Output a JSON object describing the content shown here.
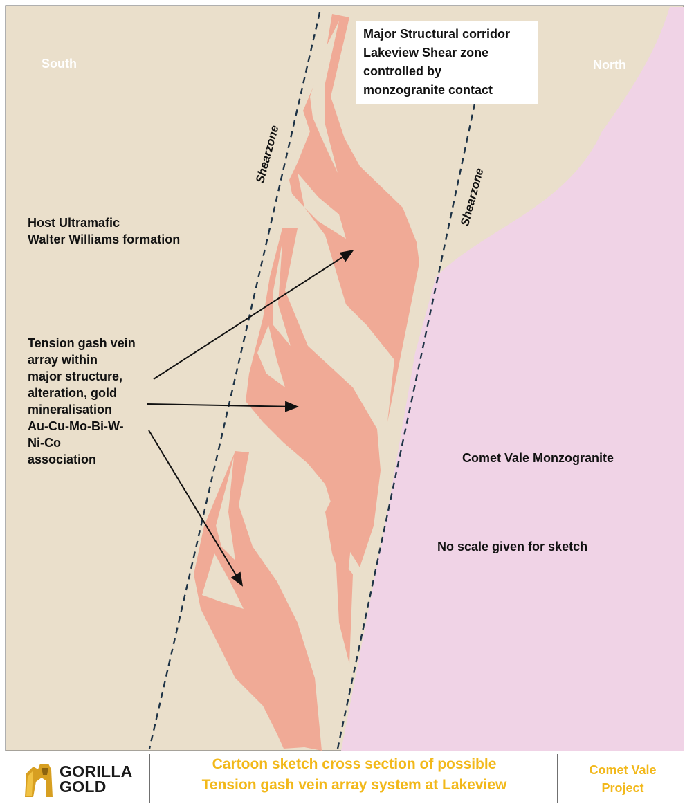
{
  "diagram": {
    "direction_left": "South",
    "direction_right": "North",
    "corridor_label": [
      "Major Structural corridor",
      "Lakeview Shear zone",
      "controlled by",
      "monzogranite contact"
    ],
    "host_label": [
      "Host Ultramafic",
      "Walter Williams formation"
    ],
    "vein_label": [
      "Tension gash vein",
      "array within",
      "major structure,",
      "alteration, gold",
      "mineralisation",
      "Au-Cu-Mo-Bi-W-",
      "Ni-Co",
      "association"
    ],
    "shearzone_left": "Shearzone",
    "shearzone_right": "Shearzone",
    "granite_label": "Comet Vale Monzogranite",
    "scale_note": "No scale given for sketch",
    "colors": {
      "host_rock": "#eadfcb",
      "monzogranite": "#f0d3e6",
      "vein": "#f0aa96",
      "shear_line": "#1e3346",
      "footer_accent": "#f2b81a"
    }
  },
  "footer": {
    "logo_icon": "gorilla-logo-icon",
    "logo_text": [
      "GORILLA",
      "GOLD"
    ],
    "title": [
      "Cartoon sketch cross section of possible",
      "Tension gash vein array system at Lakeview"
    ],
    "project": [
      "Comet Vale",
      "Project"
    ]
  }
}
